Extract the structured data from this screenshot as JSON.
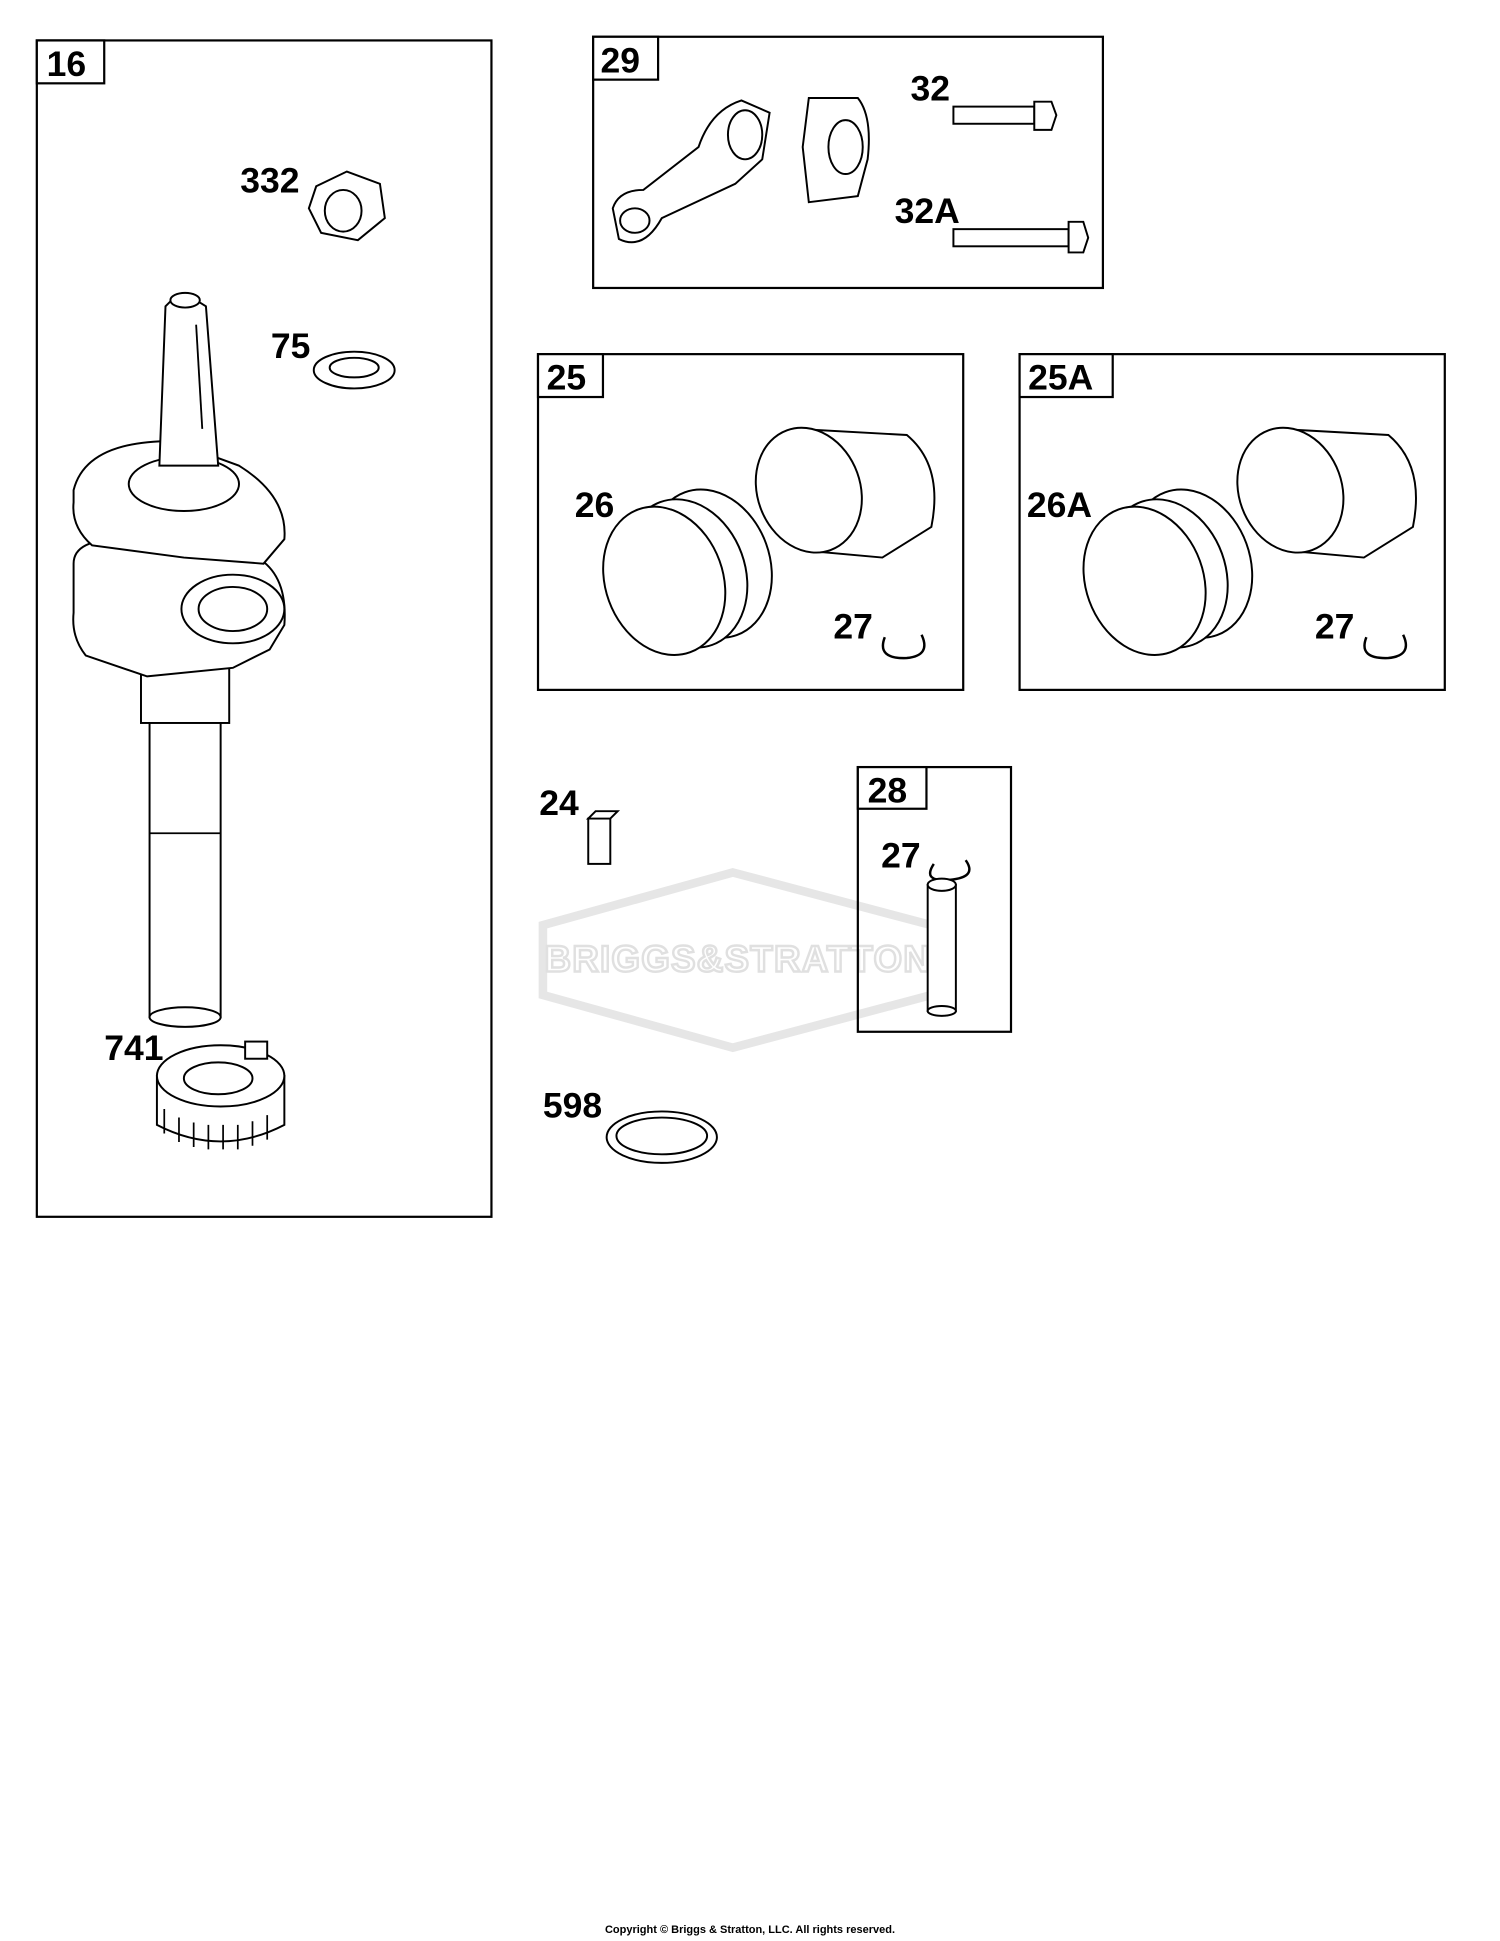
{
  "diagram": {
    "groups": [
      {
        "id": "16",
        "parts": [
          "332",
          "75",
          "741"
        ]
      },
      {
        "id": "29",
        "parts": [
          "32",
          "32A"
        ]
      },
      {
        "id": "25",
        "parts": [
          "26",
          "27"
        ]
      },
      {
        "id": "25A",
        "parts": [
          "26A",
          "27"
        ]
      },
      {
        "id": "28",
        "parts": [
          "27"
        ]
      }
    ],
    "loose_parts": [
      "24",
      "598"
    ],
    "watermark": "BRIGGS&STRATTON"
  },
  "labels": {
    "g16": "16",
    "p332": "332",
    "p75": "75",
    "p741": "741",
    "g29": "29",
    "p32": "32",
    "p32a": "32A",
    "g25": "25",
    "p26": "26",
    "p27a": "27",
    "g25a": "25A",
    "p26a": "26A",
    "p27b": "27",
    "p24": "24",
    "g28": "28",
    "p27c": "27",
    "p598": "598"
  },
  "copyright": "Copyright © Briggs & Stratton, LLC. All rights reserved."
}
